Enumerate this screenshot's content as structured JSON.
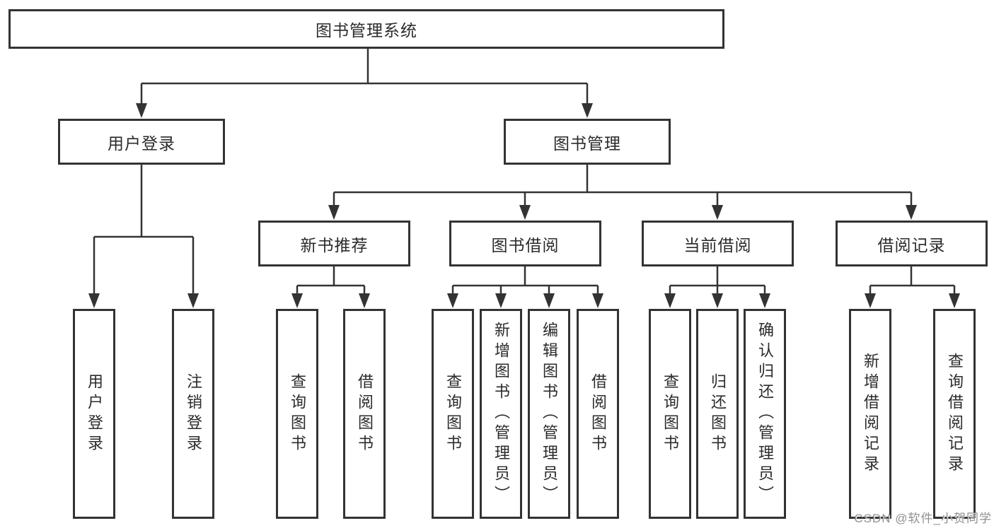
{
  "diagram": {
    "title": "图书管理系统",
    "root": {
      "label": "图书管理系统"
    },
    "user_login": {
      "label": "用户登录",
      "children": [
        {
          "label": "用户登录"
        },
        {
          "label": "注销登录"
        }
      ]
    },
    "book_mgmt": {
      "label": "图书管理",
      "sections": [
        {
          "label": "新书推荐",
          "children": [
            {
              "label": "查询图书"
            },
            {
              "label": "借阅图书"
            }
          ]
        },
        {
          "label": "图书借阅",
          "children": [
            {
              "label": "查询图书"
            },
            {
              "label": "新增图书（管理员）"
            },
            {
              "label": "编辑图书（管理员）"
            },
            {
              "label": "借阅图书"
            }
          ]
        },
        {
          "label": "当前借阅",
          "children": [
            {
              "label": "查询图书"
            },
            {
              "label": "归还图书"
            },
            {
              "label": "确认归还（管理员）"
            }
          ]
        },
        {
          "label": "借阅记录",
          "children": [
            {
              "label": "新增借阅记录"
            },
            {
              "label": "查询借阅记录"
            }
          ]
        }
      ]
    }
  },
  "colors": {
    "line": "#333333",
    "box_border": "#333333",
    "text": "#2b2b2b",
    "watermark": "#909090"
  },
  "watermark": {
    "text": "CSDN @软件_小贺同学"
  }
}
